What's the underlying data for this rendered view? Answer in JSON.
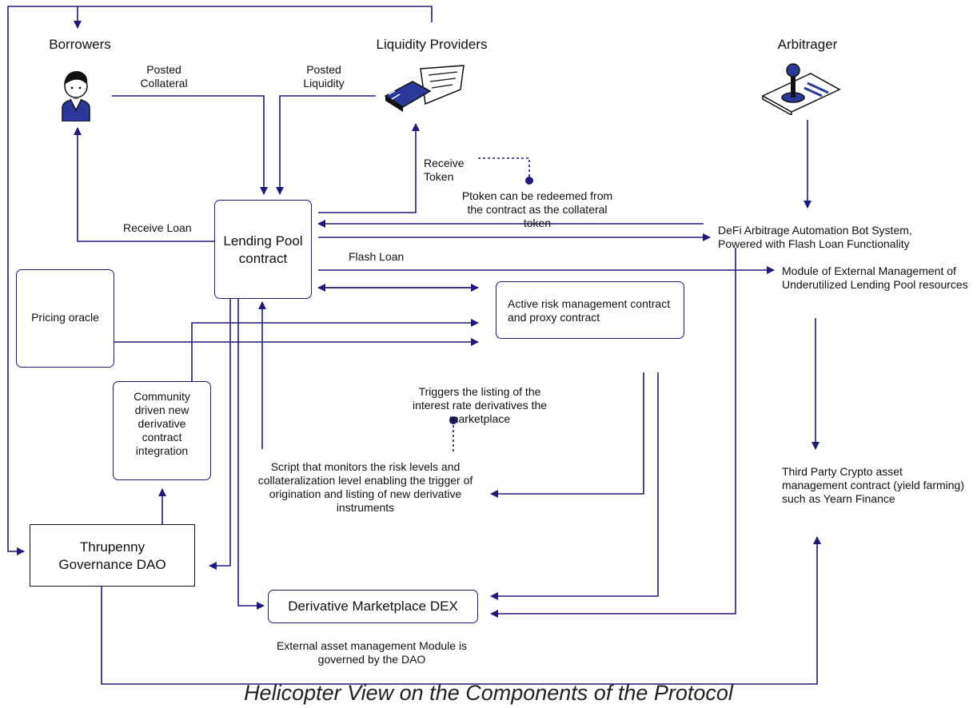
{
  "caption": "Helicopter View on the Components of the Protocol",
  "actors": {
    "borrowers": "Borrowers",
    "liquidity_providers": "Liquidity Providers",
    "arbitrager": "Arbitrager"
  },
  "boxes": {
    "lending_pool": "Lending Pool contract",
    "pricing_oracle": "Pricing oracle",
    "active_risk": "Active risk management contract and proxy contract",
    "community": "Community driven new derivative contract integration",
    "governance_dao": "Thrupenny Governance DAO",
    "derivative_dex": "Derivative Marketplace DEX"
  },
  "labels": {
    "posted_collateral": "Posted Collateral",
    "posted_liquidity": "Posted Liquidity",
    "receive_token": "Receive Token",
    "ptoken_note": "Ptoken can be redeemed from the contract as the collateral token",
    "receive_loan": "Receive Loan",
    "flash_loan": "Flash Loan",
    "defi_bot": "DeFi Arbitrage Automation Bot System, Powered with Flash Loan Functionality",
    "external_module": "Module of External Management of Underutilized Lending Pool resources",
    "triggers_note": "Triggers the listing of the interest rate derivatives the marketplace",
    "script_note": "Script that monitors the risk levels and collateralization level enabling the trigger of origination and listing of new derivative instruments",
    "third_party": "Third Party Crypto asset management contract (yield farming) such as Yearn Finance",
    "external_governed": "External asset management Module is governed by the DAO"
  },
  "colors": {
    "line": "#1f1a7a",
    "icon_blue": "#2b3a9a"
  }
}
